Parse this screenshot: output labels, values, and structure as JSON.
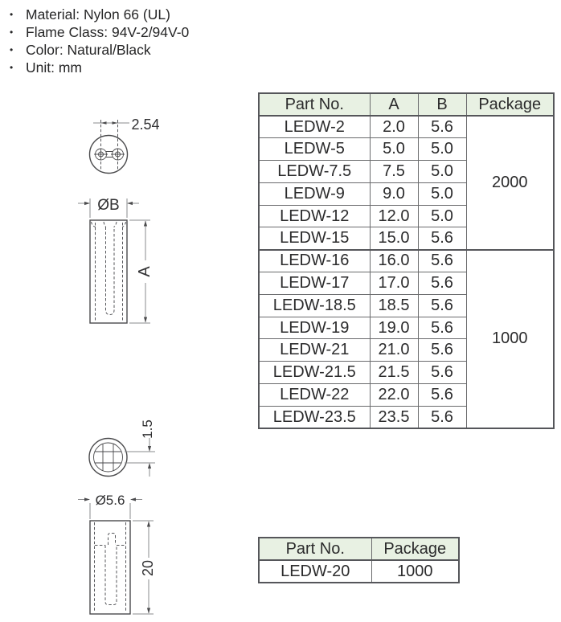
{
  "specs": {
    "items": [
      "Material: Nylon 66 (UL)",
      "Flame Class: 94V-2/94V-0",
      "Color: Natural/Black",
      "Unit: mm"
    ]
  },
  "main_table": {
    "headers": {
      "part": "Part No.",
      "a": "A",
      "b": "B",
      "package": "Package"
    },
    "rows": [
      {
        "part": "LEDW-2",
        "a": "2.0",
        "b": "5.6"
      },
      {
        "part": "LEDW-5",
        "a": "5.0",
        "b": "5.0"
      },
      {
        "part": "LEDW-7.5",
        "a": "7.5",
        "b": "5.0"
      },
      {
        "part": "LEDW-9",
        "a": "9.0",
        "b": "5.0"
      },
      {
        "part": "LEDW-12",
        "a": "12.0",
        "b": "5.0"
      },
      {
        "part": "LEDW-15",
        "a": "15.0",
        "b": "5.6"
      },
      {
        "part": "LEDW-16",
        "a": "16.0",
        "b": "5.6"
      },
      {
        "part": "LEDW-17",
        "a": "17.0",
        "b": "5.6"
      },
      {
        "part": "LEDW-18.5",
        "a": "18.5",
        "b": "5.6"
      },
      {
        "part": "LEDW-19",
        "a": "19.0",
        "b": "5.6"
      },
      {
        "part": "LEDW-21",
        "a": "21.0",
        "b": "5.6"
      },
      {
        "part": "LEDW-21.5",
        "a": "21.5",
        "b": "5.6"
      },
      {
        "part": "LEDW-22",
        "a": "22.0",
        "b": "5.6"
      },
      {
        "part": "LEDW-23.5",
        "a": "23.5",
        "b": "5.6"
      }
    ],
    "packages": [
      {
        "qty": "2000"
      },
      {
        "qty": "1000"
      }
    ]
  },
  "small_table": {
    "headers": {
      "part": "Part No.",
      "package": "Package"
    },
    "rows": [
      {
        "part": "LEDW-20",
        "package": "1000"
      }
    ]
  },
  "drawings": {
    "pitch_dim": "2.54",
    "diameter_b_dim": "ØB",
    "length_a_dim": "A",
    "slot_width_dim": "1.5",
    "diameter_56_dim": "Ø5.6",
    "length_20_dim": "20"
  },
  "colors": {
    "header_bg": "#e8f1e3",
    "table_border": "#55565a",
    "text": "#2b2b2c",
    "line": "#4a4a4c",
    "dim_line": "#8a8b8d"
  }
}
